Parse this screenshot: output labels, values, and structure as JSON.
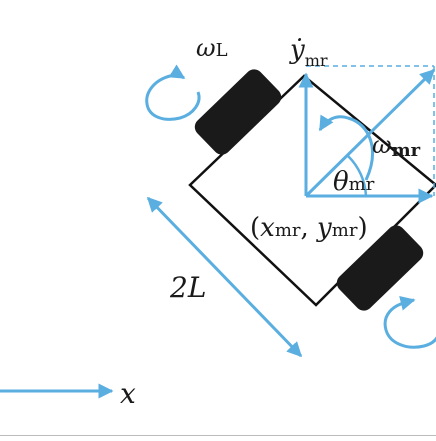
{
  "labels": {
    "omega_left": {
      "symbol": "ω",
      "subscript": "L"
    },
    "y_dot": {
      "symbol": "ẏ",
      "subscript": "mr"
    },
    "omega_mr": {
      "symbol": "ω",
      "subscript": "mr"
    },
    "theta_mr": {
      "symbol": "θ",
      "subscript": "mr"
    },
    "position": {
      "open": "(",
      "x": "x",
      "x_sub": "mr",
      "sep": ", ",
      "y": "y",
      "y_sub": "mr",
      "close": ")"
    },
    "width": "2L",
    "x_axis": "x"
  },
  "colors": {
    "arrow": "#5aaee0",
    "outline": "#111111",
    "wheel": "#1a1a1a",
    "text": "#1a1a1a"
  },
  "icons": {
    "rotation_left": "counterclockwise-rotation-icon",
    "rotation_right": "counterclockwise-rotation-icon",
    "rotation_body": "rotation-arc-icon"
  }
}
